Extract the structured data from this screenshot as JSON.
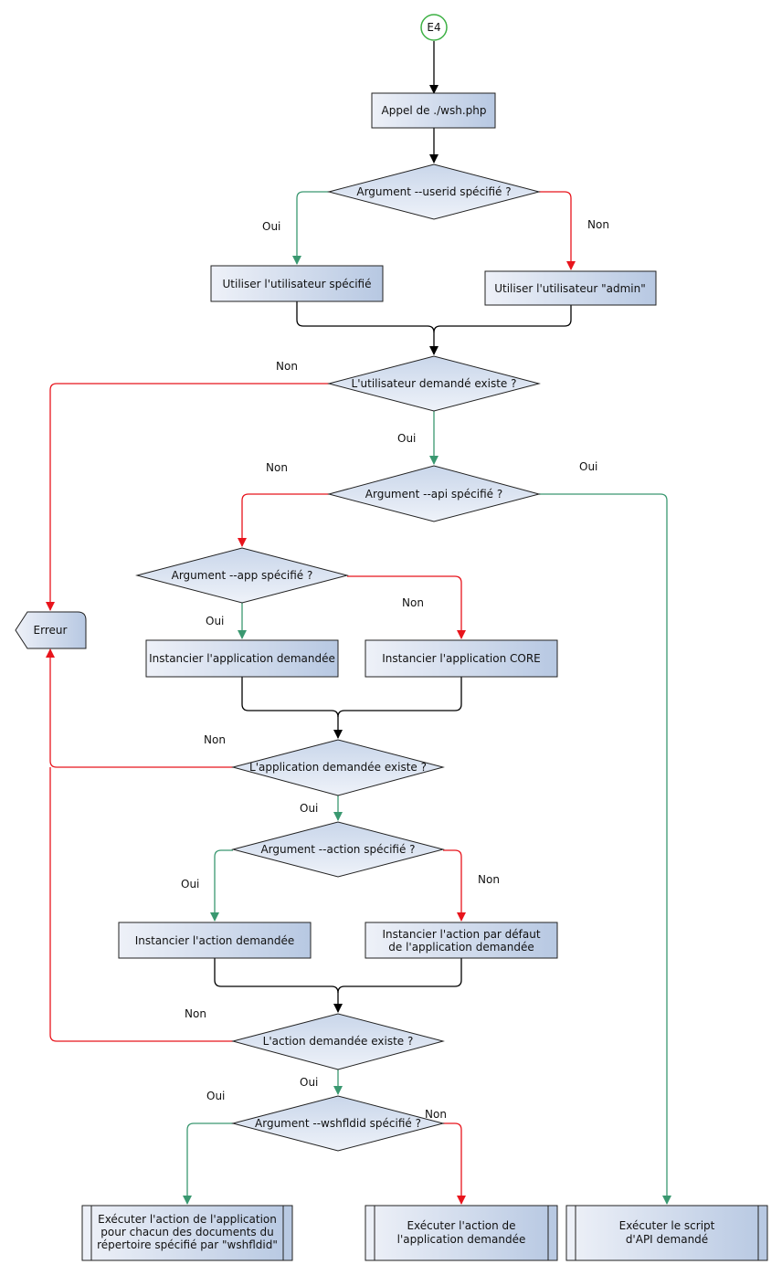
{
  "start": "E4",
  "nodes": {
    "call_wsh": "Appel de ./wsh.php",
    "q_userid": "Argument --userid spécifié ?",
    "use_specified_user": "Utiliser l'utilisateur spécifié",
    "use_admin": "Utiliser l'utilisateur \"admin\"",
    "q_user_exists": "L'utilisateur demandé existe ?",
    "q_api": "Argument --api spécifié ?",
    "q_app": "Argument --app spécifié ?",
    "error": "Erreur",
    "inst_app": "Instancier l'application demandée",
    "inst_core": "Instancier l'application CORE",
    "q_app_exists": "L'application demandée existe ?",
    "q_action": "Argument --action spécifié ?",
    "inst_action": "Instancier l'action demandée",
    "inst_default_action_1": "Instancier l'action par défaut",
    "inst_default_action_2": "de l'application demandée",
    "q_action_exists": "L'action demandée existe ?",
    "q_wshfldid": "Argument --wshfldid spécifié ?",
    "exec_each_1": "Exécuter l'action de l'application",
    "exec_each_2": "pour chacun des documents du",
    "exec_each_3": "répertoire spécifié par \"wshfldid\"",
    "exec_action_1": "Exécuter l'action de",
    "exec_action_2": "l'application demandée",
    "exec_api_1": "Exécuter le script",
    "exec_api_2": "d'API demandé"
  },
  "labels": {
    "yes": "Oui",
    "no": "Non"
  },
  "colors": {
    "yes": "#3a9870",
    "no": "#e8141c",
    "default": "#000000",
    "start_border": "#3cb043"
  }
}
